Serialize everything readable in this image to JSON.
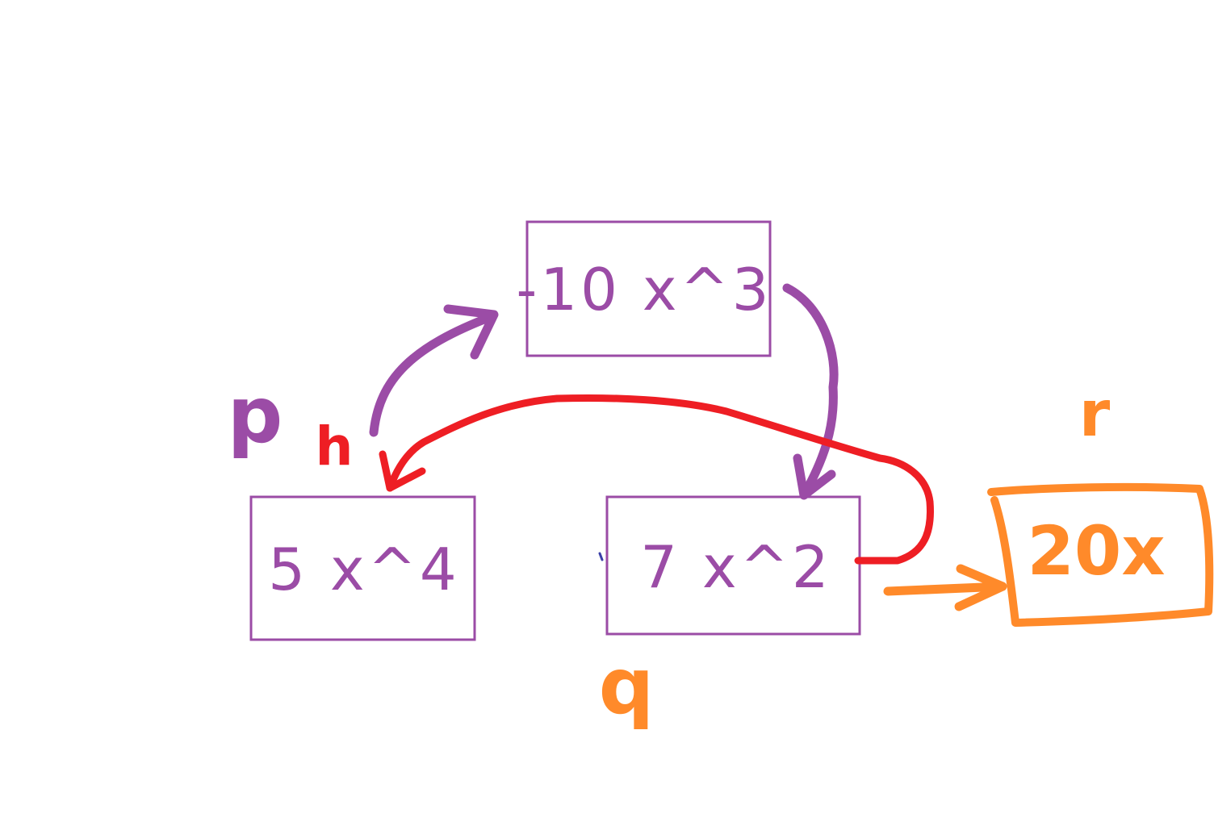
{
  "colors": {
    "purple": "#9B4CA6",
    "red": "#EE1E24",
    "orange": "#FF8A2A"
  },
  "terms": {
    "top": "-10 x^3",
    "left": "5 x^4",
    "right": "7 x^2"
  },
  "labels": {
    "p": "p",
    "h": "h",
    "q": "q",
    "r": "r",
    "result": "20x"
  }
}
